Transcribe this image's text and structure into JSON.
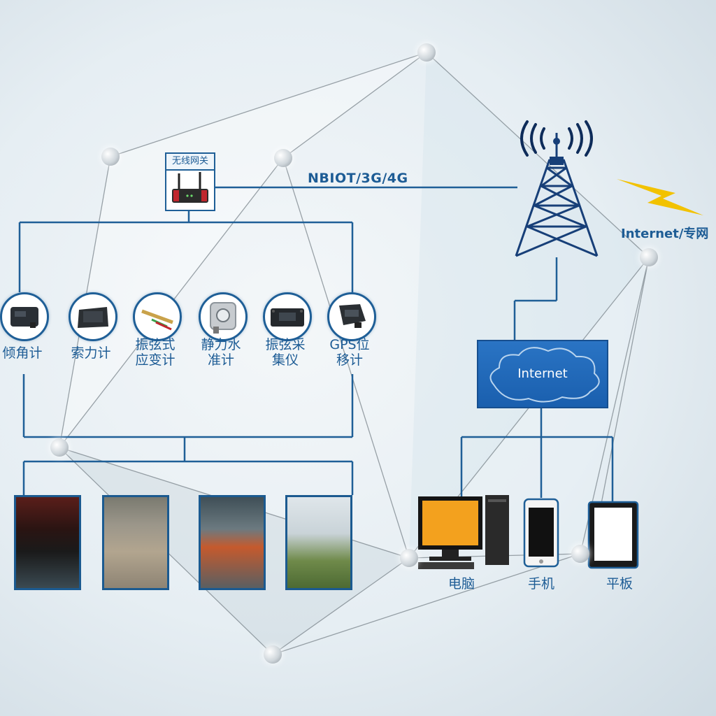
{
  "gateway": {
    "title": "无线网关"
  },
  "network_label": "NBIOT/3G/4G",
  "internet_private_label": "Internet/专网",
  "cloud_label": "Internet",
  "sensors": [
    {
      "line1": "倾角计",
      "line2": ""
    },
    {
      "line1": "索力计",
      "line2": ""
    },
    {
      "line1": "振弦式",
      "line2": "应变计"
    },
    {
      "line1": "静力水",
      "line2": "准计"
    },
    {
      "line1": "振弦采",
      "line2": "集仪"
    },
    {
      "line1": "GPS位",
      "line2": "移计"
    }
  ],
  "devices": [
    {
      "label": "电脑"
    },
    {
      "label": "手机"
    },
    {
      "label": "平板"
    }
  ],
  "colors": {
    "line": "#1f5f97",
    "text": "#1d5c95",
    "cloud_fill": "#1f67b8",
    "lightning": "#f2c200"
  },
  "icons": {
    "gateway": "wireless-router-icon",
    "tower": "cell-tower-icon",
    "lightning": "lightning-icon"
  }
}
